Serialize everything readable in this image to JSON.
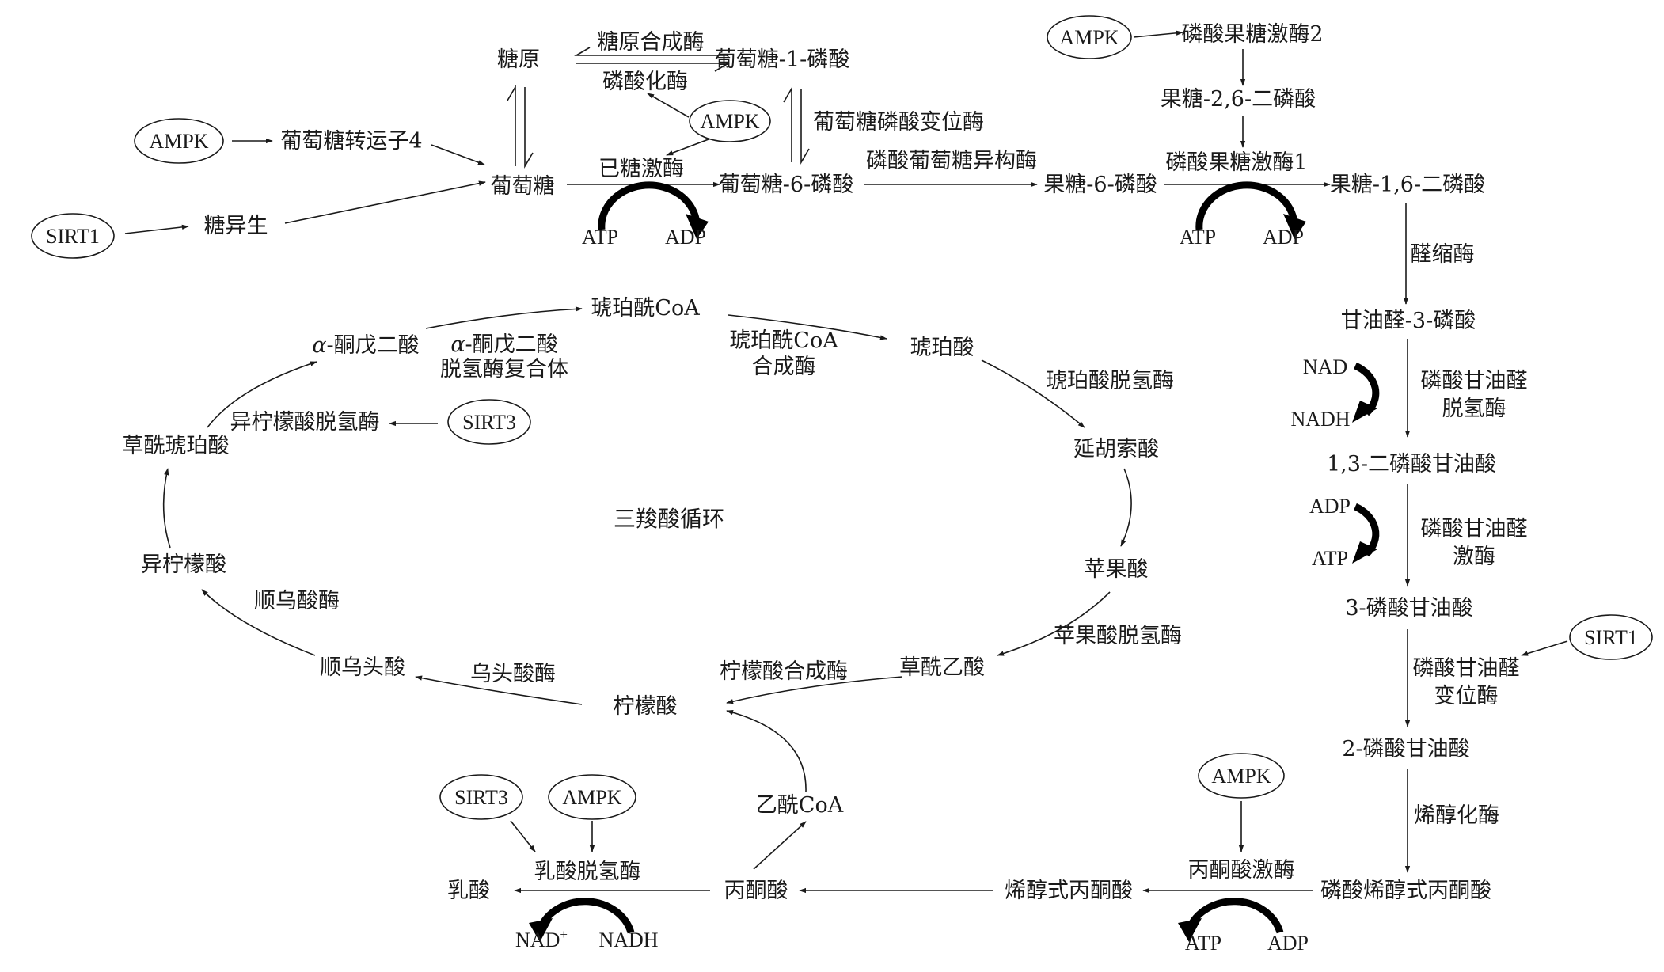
{
  "glycolysis": {
    "glycogen": "糖原",
    "glycogen_synthase": "糖原合成酶",
    "glucose_1_phosphate": "葡萄糖-1-磷酸",
    "phosphorylase": "磷酸化酶",
    "ampk_phosphorylase": "AMPK",
    "ampk_glut4": "AMPK",
    "glut4": "葡萄糖转运子4",
    "phosphoglucomutase": "葡萄糖磷酸变位酶",
    "sirt1_gluconeogenesis": "SIRT1",
    "gluconeogenesis": "糖异生",
    "glucose": "葡萄糖",
    "hexokinase": "已糖激酶",
    "hexokinase_atp": "ATP",
    "hexokinase_adp": "ADP",
    "glucose_6_phosphate": "葡萄糖-6-磷酸",
    "phosphoglucose_isomerase": "磷酸葡萄糖异构酶",
    "fructose_6_phosphate": "果糖-6-磷酸",
    "ampk_pfk2": "AMPK",
    "pfk2": "磷酸果糖激酶2",
    "fructose_2_6_bisphosphate": "果糖-2,6-二磷酸",
    "pfk1": "磷酸果糖激酶1",
    "pfk1_atp": "ATP",
    "pfk1_adp": "ADP",
    "fructose_1_6_bisphosphate": "果糖-1,6-二磷酸",
    "aldolase": "醛缩酶",
    "g3p": "甘油醛-3-磷酸",
    "nad": "NAD",
    "nadh": "NADH",
    "gapdh_line1": "磷酸甘油醛",
    "gapdh_line2": "脱氢酶",
    "bpg_1_3": "1,3-二磷酸甘油酸",
    "pgk_adp": "ADP",
    "pgk_atp": "ATP",
    "pgk_line1": "磷酸甘油醛",
    "pgk_line2": "激酶",
    "pg_3": "3-磷酸甘油酸",
    "sirt1_pgm": "SIRT1",
    "pgm_line1": "磷酸甘油醛",
    "pgm_line2": "变位酶",
    "pg_2": "2-磷酸甘油酸",
    "enolase": "烯醇化酶",
    "ampk_pk": "AMPK",
    "pyruvate_kinase": "丙酮酸激酶",
    "pep": "磷酸烯醇式丙酮酸",
    "pk_atp": "ATP",
    "pk_adp": "ADP",
    "enolpyruvate": "烯醇式丙酮酸",
    "pyruvate": "丙酮酸",
    "sirt3_ldh": "SIRT3",
    "ampk_ldh": "AMPK",
    "ldh": "乳酸脱氢酶",
    "lactate": "乳酸",
    "ldh_nad_plus": "NAD",
    "ldh_nad_plus_sup": "+",
    "ldh_nadh": "NADH",
    "acetyl_coa": "乙酰CoA"
  },
  "tca": {
    "title": "三羧酸循环",
    "citrate": "柠檬酸",
    "citrate_synthase": "柠檬酸合成酶",
    "aconitase_1": "乌头酸酶",
    "cis_aconitate": "顺乌头酸",
    "aconitase_2": "顺乌酸酶",
    "isocitrate": "异柠檬酸",
    "oxalosuccinate": "草酰琥珀酸",
    "idh": "异柠檬酸脱氢酶",
    "sirt3_idh": "SIRT3",
    "alpha_kg_greek": "α",
    "alpha_kg": "-酮戊二酸",
    "akgdh_greek": "α",
    "akgdh_line1": "-酮戊二酸",
    "akgdh_line2": "脱氢酶复合体",
    "succinyl_coa": "琥珀酰CoA",
    "scs_line1": "琥珀酰CoA",
    "scs_line2": "合成酶",
    "succinate": "琥珀酸",
    "sdh": "琥珀酸脱氢酶",
    "fumarate": "延胡索酸",
    "malate": "苹果酸",
    "mdh": "苹果酸脱氢酶",
    "oxaloacetate": "草酰乙酸"
  }
}
